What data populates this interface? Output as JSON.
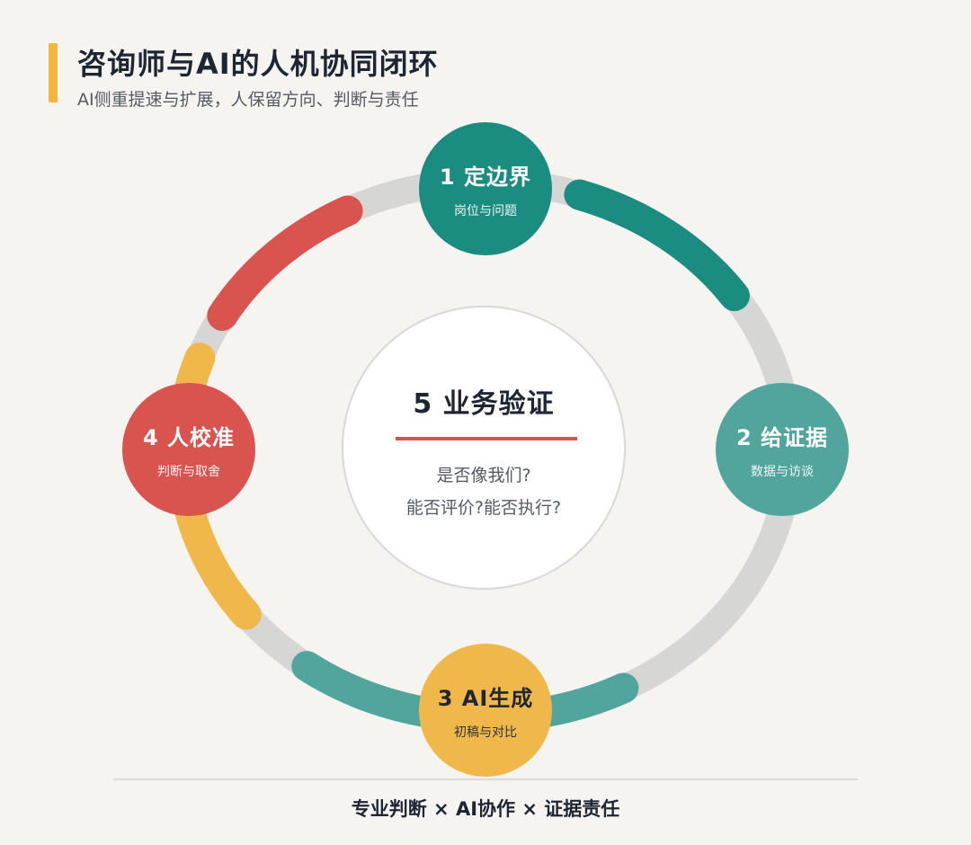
{
  "header": {
    "title": "咨询师与AI的人机协同闭环",
    "subtitle": "AI侧重提速与扩展，人保留方向、判断与责任"
  },
  "nodes": [
    {
      "title": "1 定边界",
      "subtitle": "岗位与问题",
      "color": "#1a8c80"
    },
    {
      "title": "2 给证据",
      "subtitle": "数据与访谈",
      "color": "#52a59d"
    },
    {
      "title": "3 AI生成",
      "subtitle": "初稿与对比",
      "color": "#f0b84a"
    },
    {
      "title": "4 人校准",
      "subtitle": "判断与取舍",
      "color": "#d9534f"
    }
  ],
  "center": {
    "title": "5 业务验证",
    "question_1": "是否像我们?",
    "question_2": "能否评价?能否执行?",
    "accent": "#d9544f"
  },
  "footer": {
    "text": "专业判断 × AI协作 × 证据责任"
  },
  "colors": {
    "ring_track": "#d6d7d5",
    "background": "#f6f4f0"
  }
}
